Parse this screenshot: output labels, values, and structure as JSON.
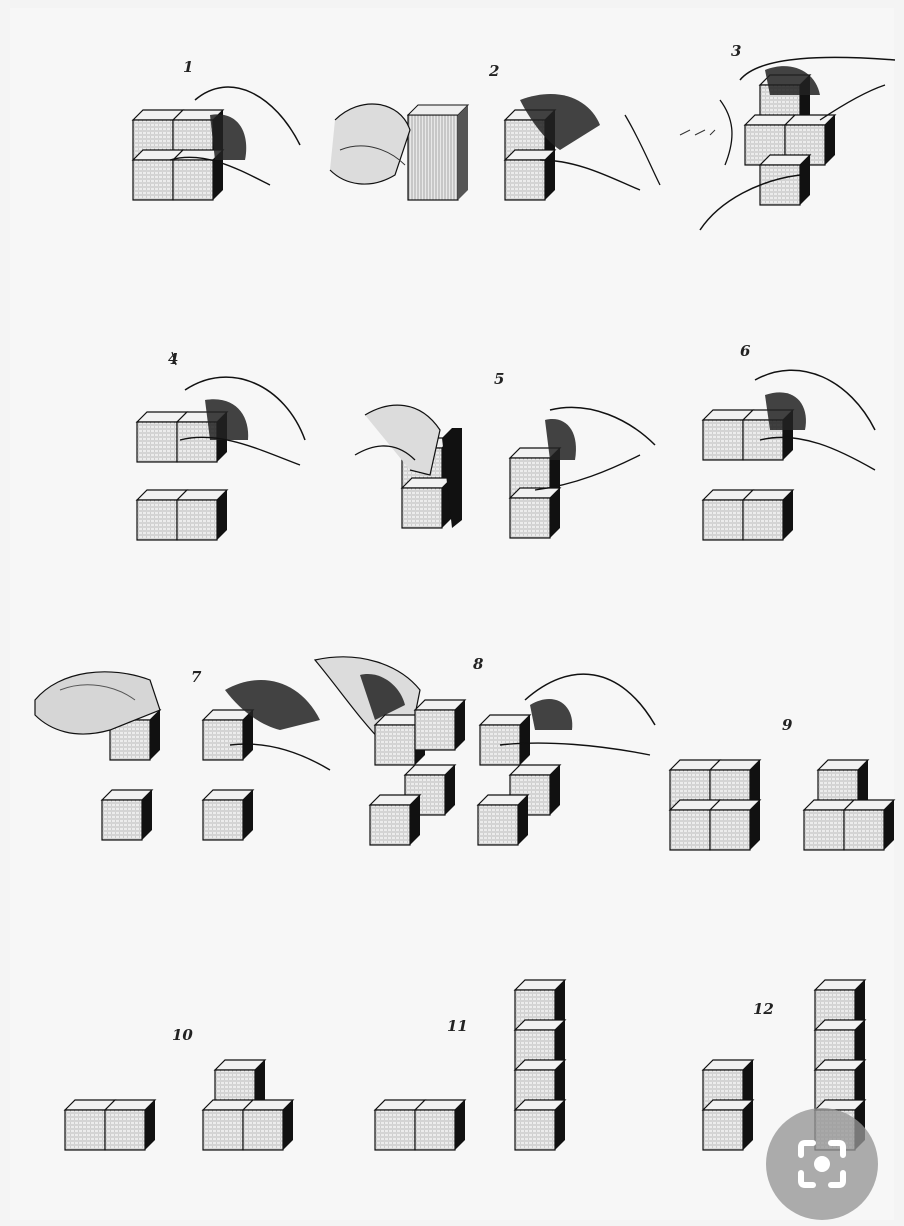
{
  "steps": [
    {
      "label": "1"
    },
    {
      "label": "2"
    },
    {
      "label": "3"
    },
    {
      "label": "4"
    },
    {
      "label": "5"
    },
    {
      "label": "6"
    },
    {
      "label": "7"
    },
    {
      "label": "8"
    },
    {
      "label": "9"
    },
    {
      "label": "10"
    },
    {
      "label": "11"
    },
    {
      "label": "12"
    }
  ],
  "icons": {
    "fab": "lens-search-icon"
  },
  "colors": {
    "ink": "#1a1a1a",
    "paper": "#f7f7f7",
    "fab": "#969696"
  }
}
